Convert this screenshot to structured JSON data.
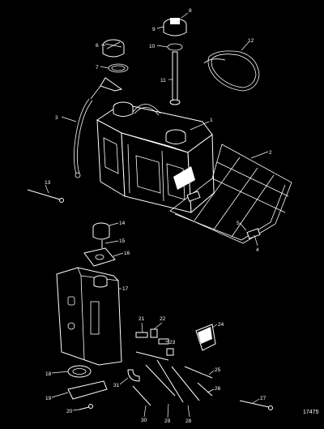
{
  "figure_id": "17475",
  "callouts": [
    "1",
    "2",
    "3",
    "4",
    "5",
    "6",
    "7",
    "8",
    "9",
    "10",
    "11",
    "12",
    "13",
    "14",
    "15",
    "16",
    "17",
    "18",
    "19",
    "20",
    "21",
    "22",
    "23",
    "24",
    "25",
    "26",
    "27",
    "28",
    "29",
    "30",
    "31"
  ]
}
